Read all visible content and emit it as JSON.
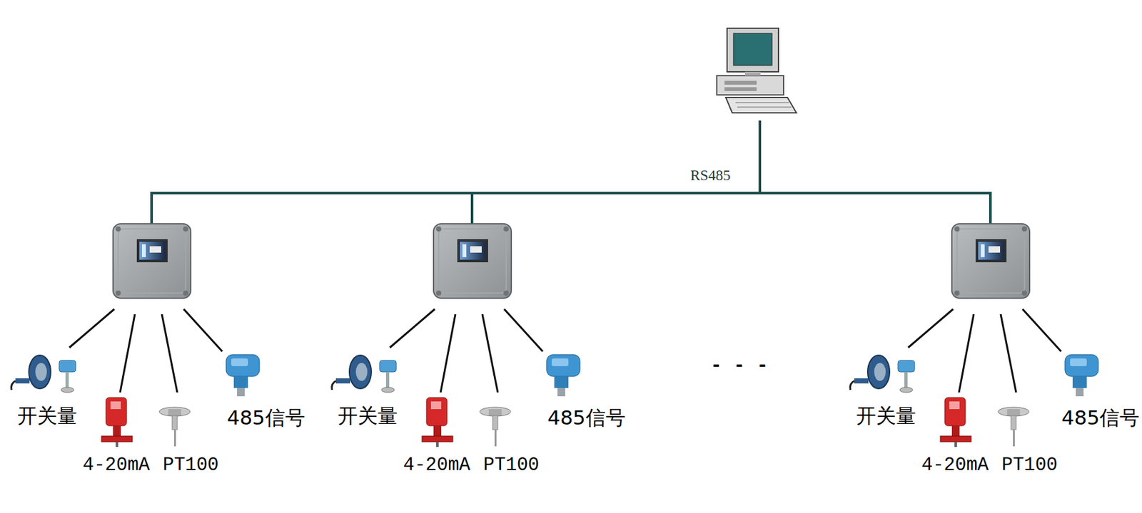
{
  "diagram": {
    "labels": [
      "RS485",
      "开关量",
      "4-20mA",
      "PT100",
      "485信号",
      "开关量",
      "4-20mA",
      "PT100",
      "485信号",
      "- - -",
      "开关量",
      "4-20mA",
      "PT100",
      "485信号"
    ]
  }
}
